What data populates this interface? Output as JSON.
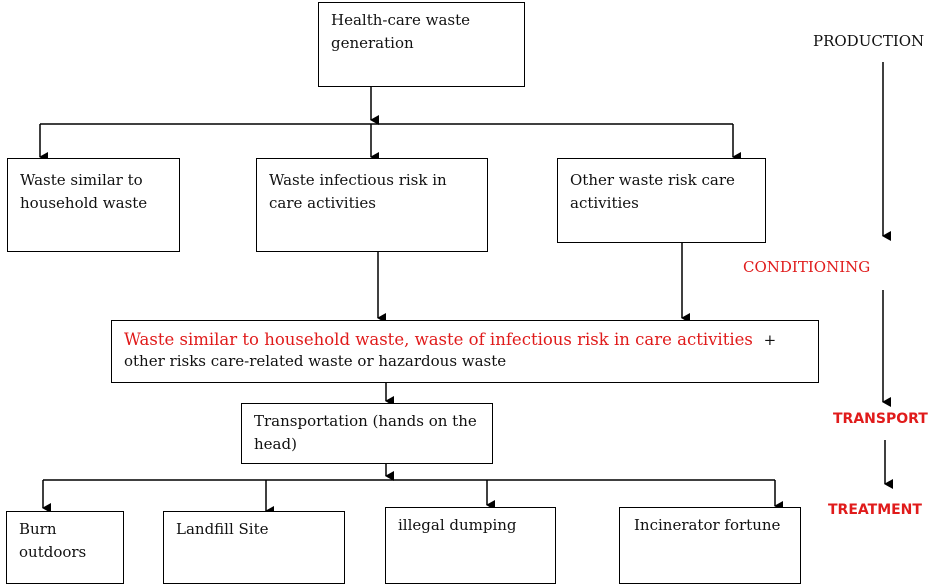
{
  "nodes": {
    "generation": "Health-care waste generation",
    "household": "Waste similar to household waste",
    "infectious": "Waste infectious risk in care activities",
    "other": "Other waste risk care activities",
    "combined_red": "Waste similar to household waste, waste of infectious risk in care activities",
    "combined_plus": "+",
    "combined_black": "other risks care-related waste or hazardous waste",
    "transportation": "Transportation (hands on the head)",
    "burn": "Burn outdoors",
    "landfill": "Landfill Site",
    "dumping": "illegal dumping",
    "incinerator": "Incinerator fortune"
  },
  "stages": {
    "production": "PRODUCTION",
    "conditioning": "CONDITIONING",
    "transport": "TRANSPORT",
    "treatment": "TREATMENT"
  },
  "colors": {
    "accent_red": "#e01b1b",
    "line": "#000000"
  }
}
